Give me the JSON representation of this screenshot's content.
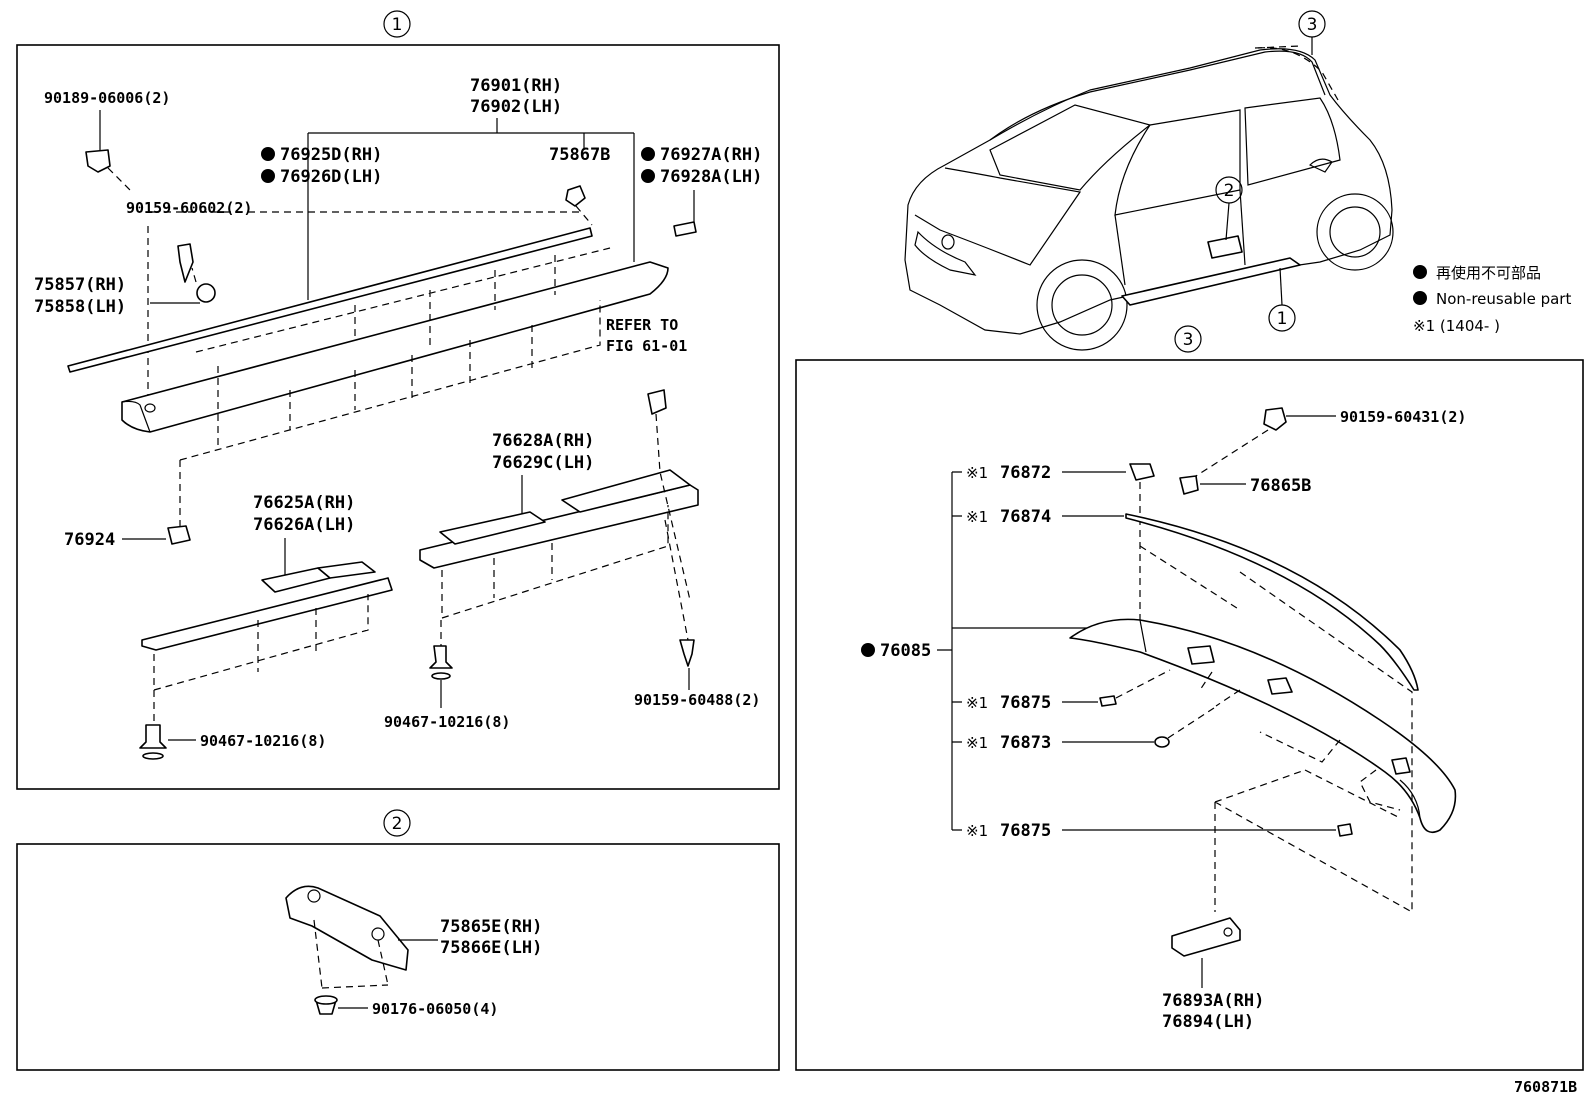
{
  "callouts": {
    "c1": "1",
    "c2": "2",
    "c3": "3"
  },
  "panel1": {
    "p_90189": "90189-06006(2)",
    "p_90159a": "90159-60602(2)",
    "p_76901": "76901(RH)",
    "p_76902": "76902(LH)",
    "p_76925": "76925D(RH)",
    "p_76926": "76926D(LH)",
    "p_75867": "75867B",
    "p_76927": "76927A(RH)",
    "p_76928": "76928A(LH)",
    "p_75857": "75857(RH)",
    "p_75858": "75858(LH)",
    "refer1": "REFER TO",
    "refer2": "FIG 61-01",
    "p_76628": "76628A(RH)",
    "p_76629": "76629C(LH)",
    "p_76625": "76625A(RH)",
    "p_76626": "76626A(LH)",
    "p_76924": "76924",
    "p_90467a": "90467-10216(8)",
    "p_90467b": "90467-10216(8)",
    "p_90159b": "90159-60488(2)"
  },
  "panel2": {
    "p_75865": "75865E(RH)",
    "p_75866": "75866E(LH)",
    "p_90176": "90176-06050(4)"
  },
  "panel3": {
    "p_90159c": "90159-60431(2)",
    "p_76872": "76872",
    "p_76865": "76865B",
    "p_76874": "76874",
    "p_76085": "76085",
    "p_76875a": "76875",
    "p_76873": "76873",
    "p_76875b": "76875",
    "p_76893": "76893A(RH)",
    "p_76894": "76894(LH)",
    "note_mark": "※1"
  },
  "legend": {
    "jp": "再使用不可部品",
    "en": "Non-reusable part",
    "note": "※1 (1404-       )"
  },
  "figure_id": "760871B",
  "icons": {
    "non_reusable": "filled-circle-icon"
  }
}
